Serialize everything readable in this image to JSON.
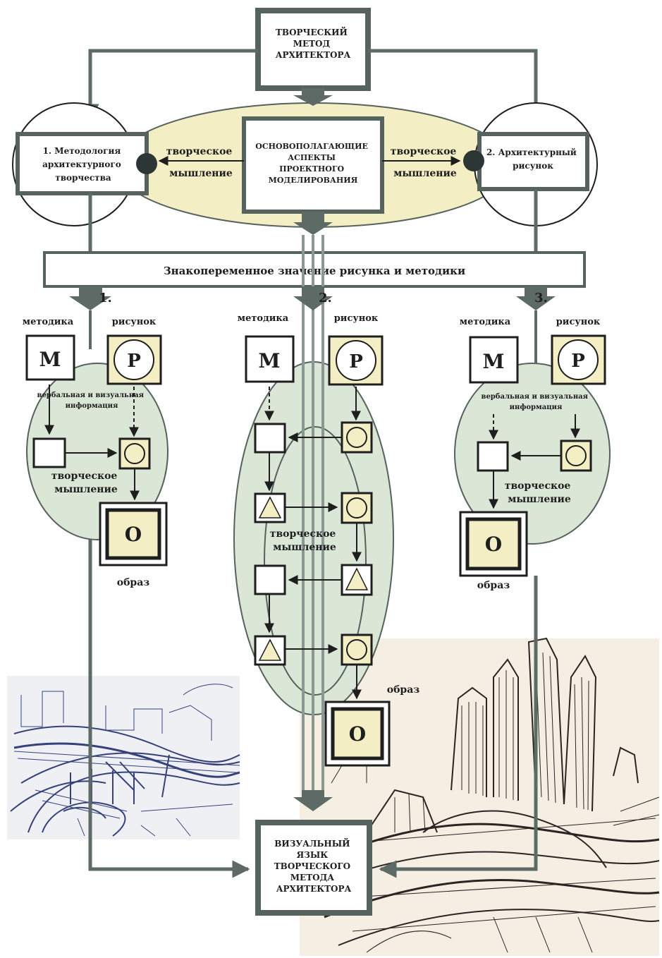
{
  "colors": {
    "frame": "#55625e",
    "beige": "#f4eec4",
    "green": "#dae6d6",
    "box_fill": "#ffffff",
    "arrow": "#5d6a66",
    "dark_dot": "#2c3634",
    "ink": "#1e1e1e",
    "sketch": "#36417a"
  },
  "top_box": {
    "lines": [
      "ТВОРЧЕСКИЙ",
      "МЕТОД",
      "АРХИТЕКТОРА"
    ]
  },
  "center_box": {
    "lines": [
      "ОСНОВОПОЛАГАЮЩИЕ",
      "АСПЕКТЫ",
      "ПРОЕКТНОГО",
      "МОДЕЛИРОВАНИЯ"
    ]
  },
  "left_box": {
    "lines": [
      "1. Методология",
      "архитектурного",
      "творчества"
    ]
  },
  "right_box": {
    "lines": [
      "2. Архитектурный",
      "рисунок"
    ]
  },
  "left_arrow_label": [
    "творческое",
    "мышление"
  ],
  "right_arrow_label": [
    "творческое",
    "мышление"
  ],
  "banner": "Знакопеременное значение рисунка и методики",
  "branches": [
    {
      "number": "1.",
      "methodics": "методика",
      "drawing": "рисунок",
      "info": [
        "вербальная и визуальная",
        "информация"
      ],
      "thinking": [
        "творческое",
        "мышление"
      ],
      "image_label": "образ"
    },
    {
      "number": "2.",
      "methodics": "методика",
      "drawing": "рисунок",
      "thinking": [
        "творческое",
        "мышление"
      ],
      "image_label": "образ"
    },
    {
      "number": "3.",
      "methodics": "методика",
      "drawing": "рисунок",
      "info": [
        "вербальная и визуальная",
        "информация"
      ],
      "thinking": [
        "творческое",
        "мышление"
      ],
      "image_label": "образ"
    }
  ],
  "letters": {
    "m": "М",
    "p": "Р",
    "o": "О"
  },
  "bottom_box": {
    "lines": [
      "ВИЗУАЛЬНЫЙ",
      "ЯЗЫК",
      "ТВОРЧЕСКОГО",
      "МЕТОДА",
      "АРХИТЕКТОРА"
    ]
  }
}
